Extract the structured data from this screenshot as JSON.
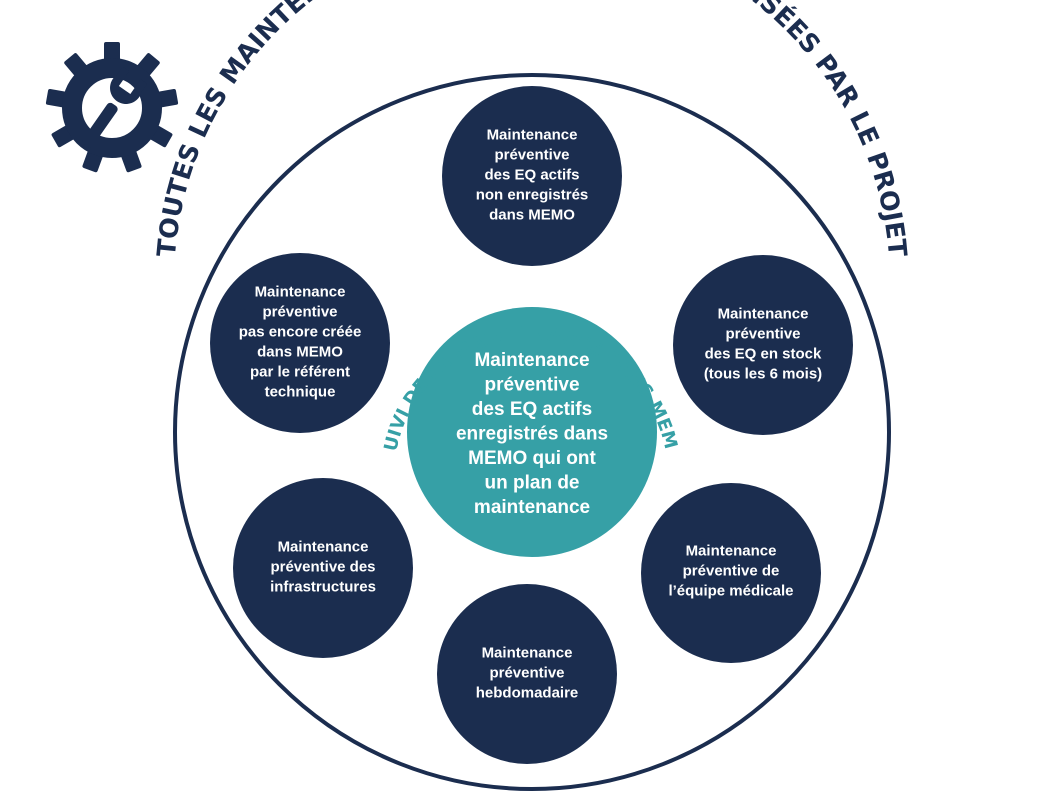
{
  "outer_title": "TOUTES LES MAINTENANCES QUI DOIVENT ÊTRE RÉALISÉES  PAR LE PROJET",
  "inner_title": "SUIVI DE LA MAINTENANCE DANS MEMO",
  "colors": {
    "navy": "#1b2d4f",
    "teal": "#36a0a6",
    "white": "#ffffff"
  },
  "icon": "gear-wrench-icon",
  "center": {
    "lines": [
      "Maintenance",
      "préventive",
      "des EQ actifs",
      "enregistrés dans",
      "MEMO qui ont",
      "un plan de",
      "maintenance"
    ]
  },
  "nodes": [
    {
      "id": "top",
      "lines": [
        "Maintenance",
        "préventive",
        "des EQ actifs",
        "non enregistrés",
        "dans MEMO"
      ]
    },
    {
      "id": "upper-right",
      "lines": [
        "Maintenance",
        "préventive",
        "des EQ en stock",
        "(tous les 6 mois)"
      ]
    },
    {
      "id": "lower-right",
      "lines": [
        "Maintenance",
        "préventive de",
        "l’équipe médicale"
      ]
    },
    {
      "id": "bottom",
      "lines": [
        "Maintenance",
        "préventive",
        "hebdomadaire"
      ]
    },
    {
      "id": "lower-left",
      "lines": [
        "Maintenance",
        "préventive des",
        "infrastructures"
      ]
    },
    {
      "id": "upper-left",
      "lines": [
        "Maintenance",
        "préventive",
        "pas encore créée",
        "dans MEMO",
        "par le référent",
        "technique"
      ]
    }
  ]
}
